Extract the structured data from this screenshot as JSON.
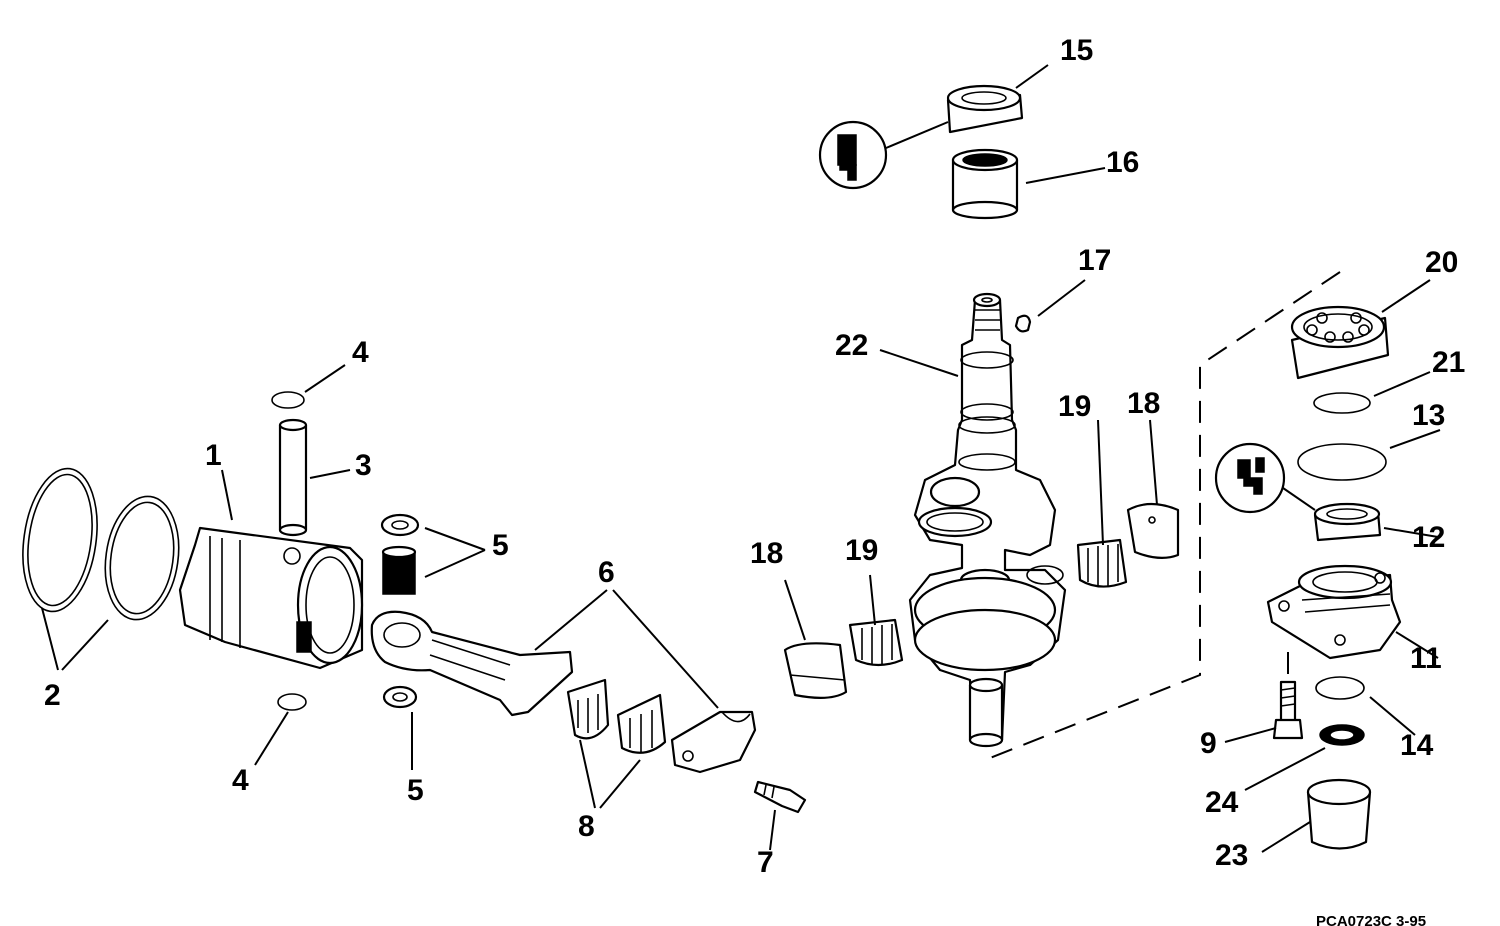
{
  "diagram": {
    "labels": [
      "1",
      "2",
      "3",
      "4",
      "4",
      "5",
      "5",
      "6",
      "7",
      "8",
      "9",
      "11",
      "12",
      "13",
      "14",
      "15",
      "16",
      "17",
      "18",
      "18",
      "19",
      "19",
      "20",
      "21",
      "22",
      "23",
      "24"
    ],
    "footer_code": "PCA0723C   3-95"
  }
}
